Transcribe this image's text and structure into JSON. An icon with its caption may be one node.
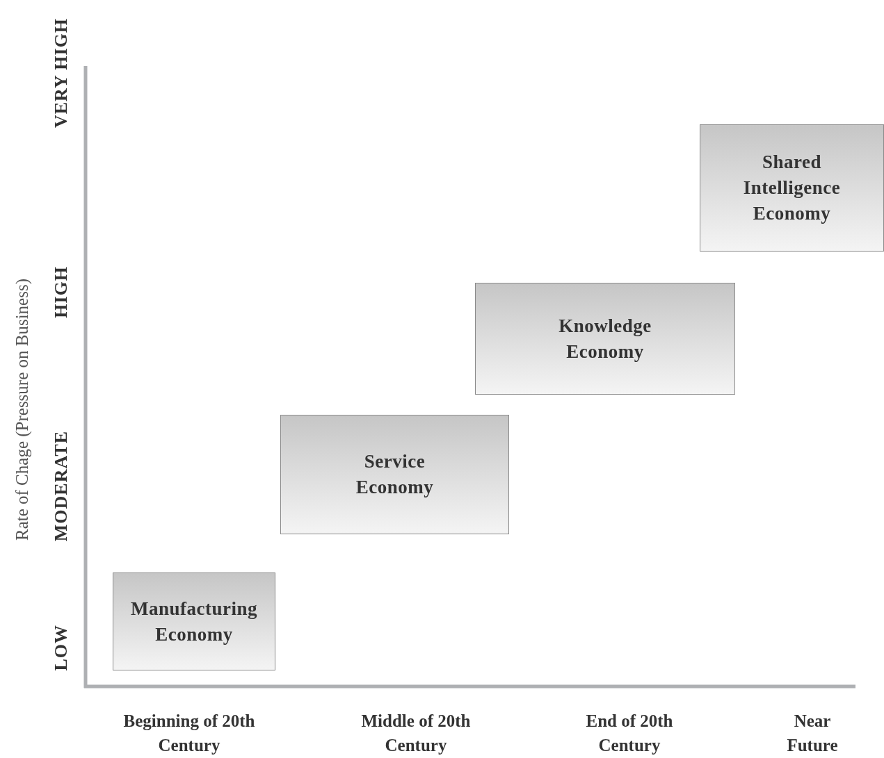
{
  "diagram": {
    "nodes": [
      {
        "text": [
          "Manufacturing Economy"
        ]
      },
      {
        "text": [
          "Service Economy"
        ]
      },
      {
        "text": [
          "Knowledge Economy"
        ]
      },
      {
        "text": [
          "Shared Intelligence Economy"
        ]
      }
    ],
    "labels": [
      "VERY HIGH",
      "HIGH",
      "MODERATE",
      "LOW",
      "Rate of Chage (Pressure on Business)",
      "Beginning of 20th Century",
      "Middle of 20th Century",
      "End of 20th Century",
      "Near Future"
    ]
  }
}
